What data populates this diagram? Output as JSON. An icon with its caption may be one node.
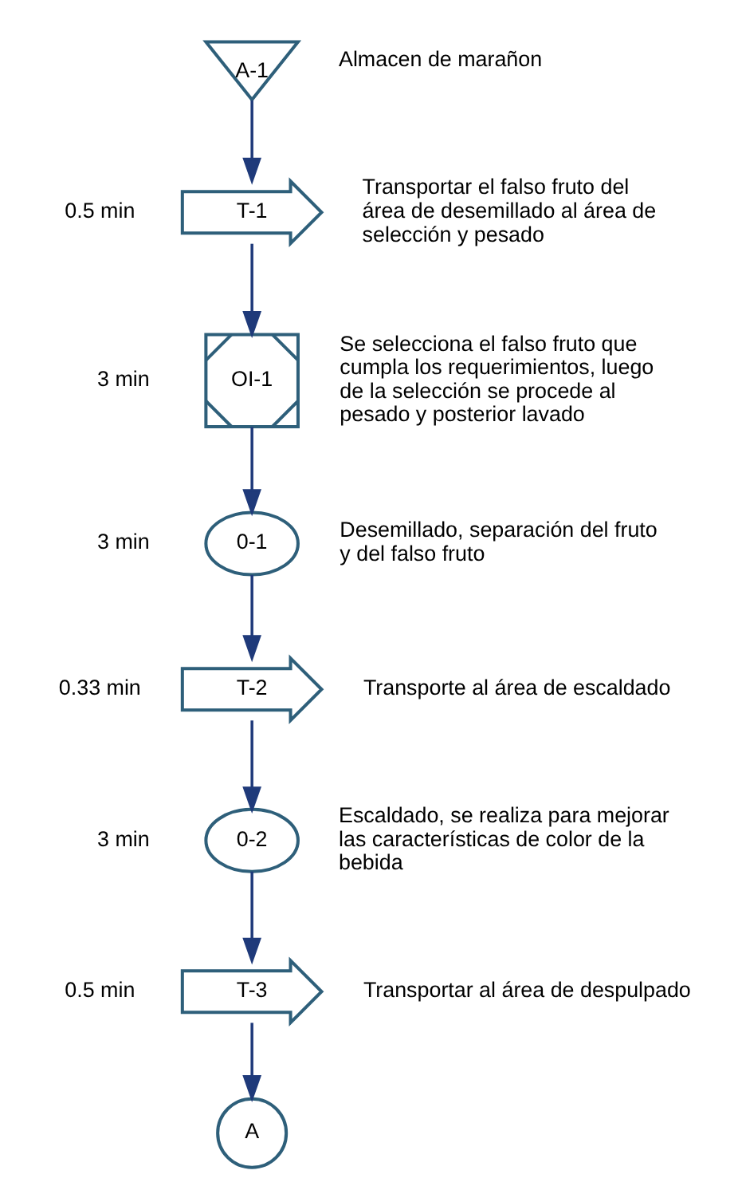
{
  "diagram": {
    "nodes": [
      {
        "text": [
          "A-1"
        ],
        "beside": [
          "Almacen de marañon"
        ]
      },
      {
        "text": [
          "T-1"
        ],
        "beside": [
          "0.5 min",
          "Transportar el falso fruto del área de desemillado al área de selección y pesado"
        ]
      },
      {
        "text": [
          "OI-1"
        ],
        "beside": [
          "3 min",
          "Se selecciona el falso fruto que cumpla los requerimientos, luego de la selección se procede al pesado y posterior lavado"
        ]
      },
      {
        "text": [
          "0-1"
        ],
        "beside": [
          "3 min",
          "Desemillado, separación del fruto  y del falso fruto"
        ]
      },
      {
        "text": [
          "T-2"
        ],
        "beside": [
          "0.33 min",
          "Transporte al área de escaldado"
        ]
      },
      {
        "text": [
          "0-2"
        ],
        "beside": [
          "3 min",
          "Escaldado, se realiza para mejorar las características de color de la bebida"
        ]
      },
      {
        "text": [
          "T-3"
        ],
        "beside": [
          "0.5 min",
          "Transportar al área de despulpado"
        ]
      },
      {
        "text": [
          "A"
        ]
      }
    ],
    "edges": [
      {
        "from": 0,
        "to": 1,
        "arrow": "to"
      },
      {
        "from": 1,
        "to": 2,
        "arrow": "to"
      },
      {
        "from": 2,
        "to": 3,
        "arrow": "to"
      },
      {
        "from": 3,
        "to": 4,
        "arrow": "to"
      },
      {
        "from": 4,
        "to": 5,
        "arrow": "to"
      },
      {
        "from": 5,
        "to": 6,
        "arrow": "to"
      },
      {
        "from": 6,
        "to": 7,
        "arrow": "to"
      }
    ]
  }
}
